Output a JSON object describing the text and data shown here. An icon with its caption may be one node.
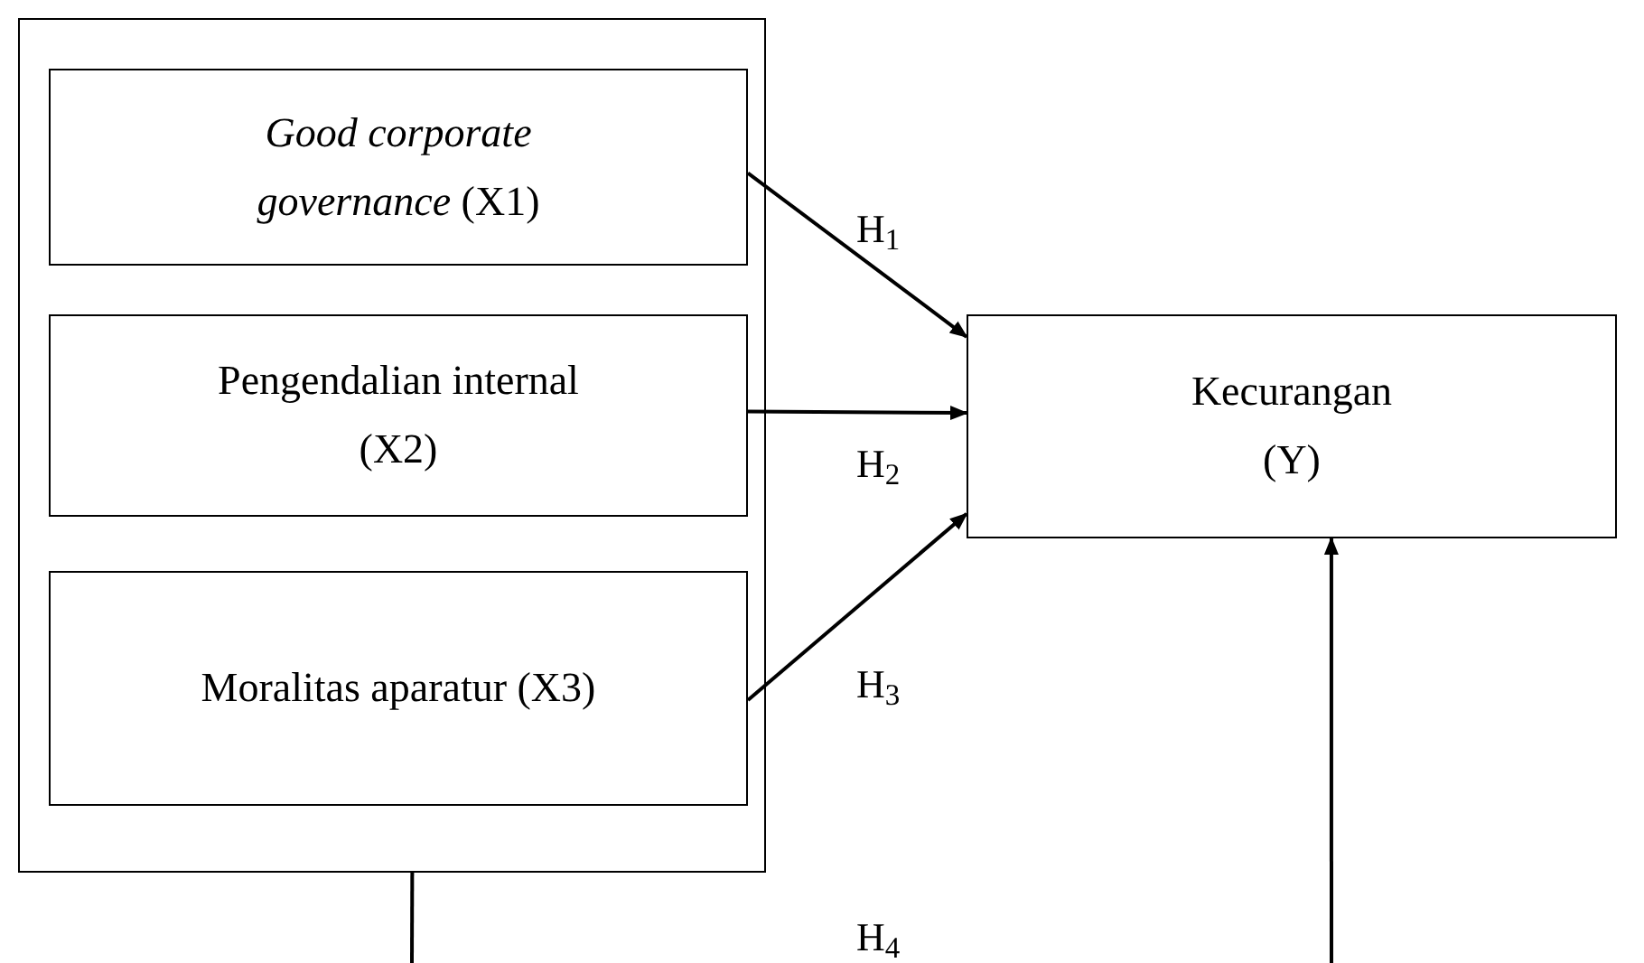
{
  "diagram": {
    "nodes": [
      {
        "text": [],
        "shape": "box"
      },
      {
        "text": [
          "*Good corporate governance* (X1)"
        ],
        "in": 0
      },
      {
        "text": [
          "Pengendalian internal (X2)"
        ],
        "in": 0
      },
      {
        "text": [
          "Moralitas aparatur (X3)"
        ],
        "in": 0
      },
      {
        "text": [
          "Kecurangan (Y)"
        ]
      }
    ],
    "edges": [
      {
        "from": 1,
        "to": 4,
        "arrow": "to",
        "label": "H$_{1}$"
      },
      {
        "from": 2,
        "to": 4,
        "arrow": "to",
        "label": "H$_{2}$"
      },
      {
        "from": 3,
        "to": 4,
        "arrow": "to",
        "label": "H$_{3}$"
      },
      {
        "from": 0,
        "to": null,
        "arrow": "none"
      },
      {
        "from": null,
        "to": 4,
        "arrow": "to"
      }
    ],
    "labels": [
      "H$_{4}$"
    ]
  }
}
